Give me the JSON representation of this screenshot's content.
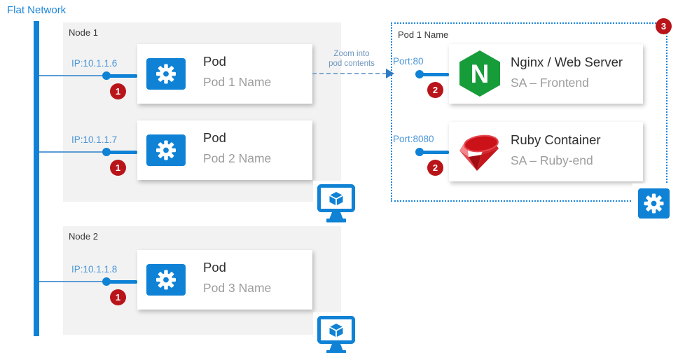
{
  "network": {
    "label": "Flat Network"
  },
  "nodes": [
    {
      "label": "Node 1",
      "pods": [
        {
          "ip": "IP:10.1.1.6",
          "badge": "1",
          "title": "Pod",
          "subtitle": "Pod 1 Name"
        },
        {
          "ip": "IP:10.1.1.7",
          "badge": "1",
          "title": "Pod",
          "subtitle": "Pod 2 Name"
        }
      ]
    },
    {
      "label": "Node 2",
      "pods": [
        {
          "ip": "IP:10.1.1.8",
          "badge": "1",
          "title": "Pod",
          "subtitle": "Pod 3 Name"
        }
      ]
    }
  ],
  "zoom_arrow": {
    "line1": "Zoom into",
    "line2": "pod contents"
  },
  "pod_detail": {
    "label": "Pod 1 Name",
    "badge": "3",
    "containers": [
      {
        "port": "Port:80",
        "badge": "2",
        "title": "Nginx / Web Server",
        "subtitle": "SA – Frontend",
        "icon": "nginx-logo",
        "logo_letter": "N"
      },
      {
        "port": "Port:8080",
        "badge": "2",
        "title": "Ruby Container",
        "subtitle": "SA – Ruby-end",
        "icon": "ruby-logo"
      }
    ]
  },
  "colors": {
    "primary_blue": "#0f82d6",
    "light_blue": "#5b9bd5",
    "label_blue": "#4a96d8",
    "badge_red": "#b81419",
    "nginx_green": "#179c3a",
    "ruby_red": "#c9141c",
    "node_bg": "#f2f2f2"
  }
}
